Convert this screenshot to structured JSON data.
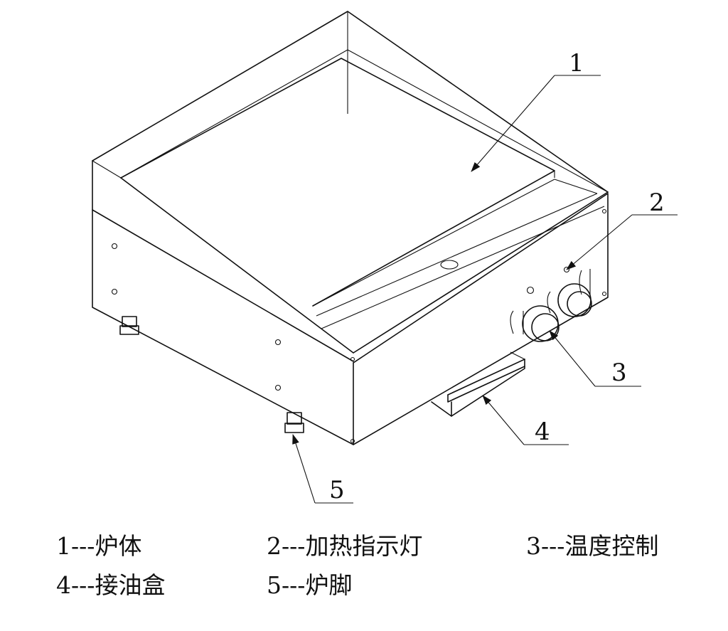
{
  "callouts": [
    {
      "id": "1",
      "label": "1"
    },
    {
      "id": "2",
      "label": "2"
    },
    {
      "id": "3",
      "label": "3"
    },
    {
      "id": "4",
      "label": "4"
    },
    {
      "id": "5",
      "label": "5"
    }
  ],
  "legend": [
    {
      "text": "1---炉体"
    },
    {
      "text": "2---加热指示灯"
    },
    {
      "text": "3---温度控制"
    },
    {
      "text": "4---接油盒"
    },
    {
      "text": "5---炉脚"
    }
  ]
}
